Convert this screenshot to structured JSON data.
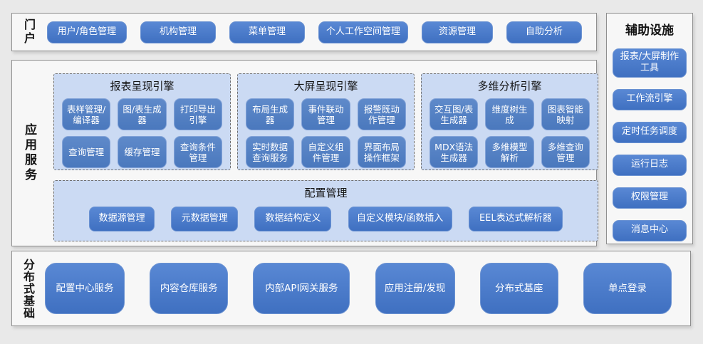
{
  "palette": {
    "page_bg": "#e9e9e9",
    "box_bg": "#f7f7f7",
    "box_border": "#8f8f8f",
    "button_fill": "#3f70c1",
    "button_fill_light": "#5988d4",
    "button_border": "#6c93d2",
    "sub_button_fill": "#4a78bd",
    "sub_button_fill_light": "#5f8aca",
    "sub_button_border": "#83a3d8",
    "panel_fill": "#cbdaf3",
    "panel_border": "#6e6e6e",
    "label_color": "#161616",
    "button_text": "#ffffff"
  },
  "portal": {
    "label": "门户",
    "items": [
      "用户/角色管理",
      "机构管理",
      "菜单管理",
      "个人工作空间管理",
      "资源管理",
      "自助分析"
    ]
  },
  "app_services": {
    "label": "应用服务",
    "engines": [
      {
        "title": "报表呈现引擎",
        "items": [
          "表样管理/编译器",
          "图/表生成器",
          "打印导出引擎",
          "查询管理",
          "缓存管理",
          "查询条件管理"
        ]
      },
      {
        "title": "大屏呈现引擎",
        "items": [
          "布局生成器",
          "事件联动管理",
          "报警既动作管理",
          "实时数据查询服务",
          "自定义组件管理",
          "界面布局操作框架"
        ]
      },
      {
        "title": "多维分析引擎",
        "items": [
          "交互图/表生成器",
          "维度树生成",
          "图表智能映射",
          "MDX语法生成器",
          "多维模型解析",
          "多维查询管理"
        ]
      }
    ],
    "config": {
      "title": "配置管理",
      "items": [
        "数据源管理",
        "元数据管理",
        "数据结构定义",
        "自定义模块/函数插入",
        "EEL表达式解析器"
      ]
    }
  },
  "distributed": {
    "label": "分布式基础",
    "items": [
      "配置中心服务",
      "内容仓库服务",
      "内部API网关服务",
      "应用注册/发现",
      "分布式基座",
      "单点登录"
    ]
  },
  "auxiliary": {
    "label": "辅助设施",
    "items": [
      "报表/大屏制作工具",
      "工作流引擎",
      "定时任务调度",
      "运行日志",
      "权限管理",
      "消息中心"
    ]
  }
}
